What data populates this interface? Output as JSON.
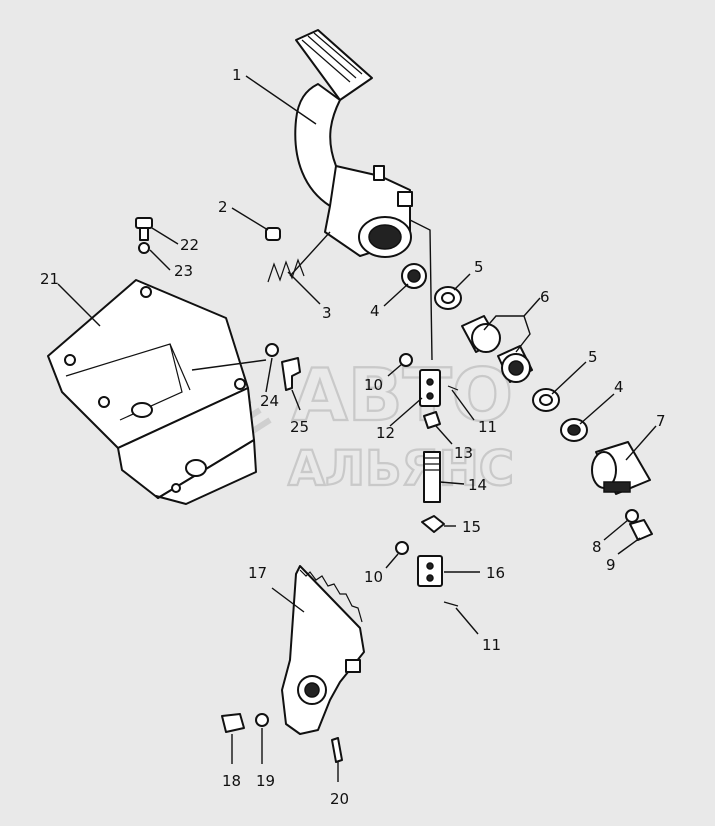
{
  "watermark": {
    "line1": "АВТО",
    "line2": "АЛЬЯНС"
  },
  "callouts": [
    {
      "id": "c1",
      "text": "1"
    },
    {
      "id": "c2",
      "text": "2"
    },
    {
      "id": "c3",
      "text": "3"
    },
    {
      "id": "c4a",
      "text": "4"
    },
    {
      "id": "c5a",
      "text": "5"
    },
    {
      "id": "c6",
      "text": "6"
    },
    {
      "id": "c5b",
      "text": "5"
    },
    {
      "id": "c4b",
      "text": "4"
    },
    {
      "id": "c7",
      "text": "7"
    },
    {
      "id": "c8",
      "text": "8"
    },
    {
      "id": "c9",
      "text": "9"
    },
    {
      "id": "c10a",
      "text": "10"
    },
    {
      "id": "c11a",
      "text": "11"
    },
    {
      "id": "c12",
      "text": "12"
    },
    {
      "id": "c13",
      "text": "13"
    },
    {
      "id": "c14",
      "text": "14"
    },
    {
      "id": "c15",
      "text": "15"
    },
    {
      "id": "c10b",
      "text": "10"
    },
    {
      "id": "c16",
      "text": "16"
    },
    {
      "id": "c11b",
      "text": "11"
    },
    {
      "id": "c17",
      "text": "17"
    },
    {
      "id": "c18",
      "text": "18"
    },
    {
      "id": "c19",
      "text": "19"
    },
    {
      "id": "c20",
      "text": "20"
    },
    {
      "id": "c21",
      "text": "21"
    },
    {
      "id": "c22",
      "text": "22"
    },
    {
      "id": "c23",
      "text": "23"
    },
    {
      "id": "c24",
      "text": "24"
    },
    {
      "id": "c25",
      "text": "25"
    }
  ]
}
